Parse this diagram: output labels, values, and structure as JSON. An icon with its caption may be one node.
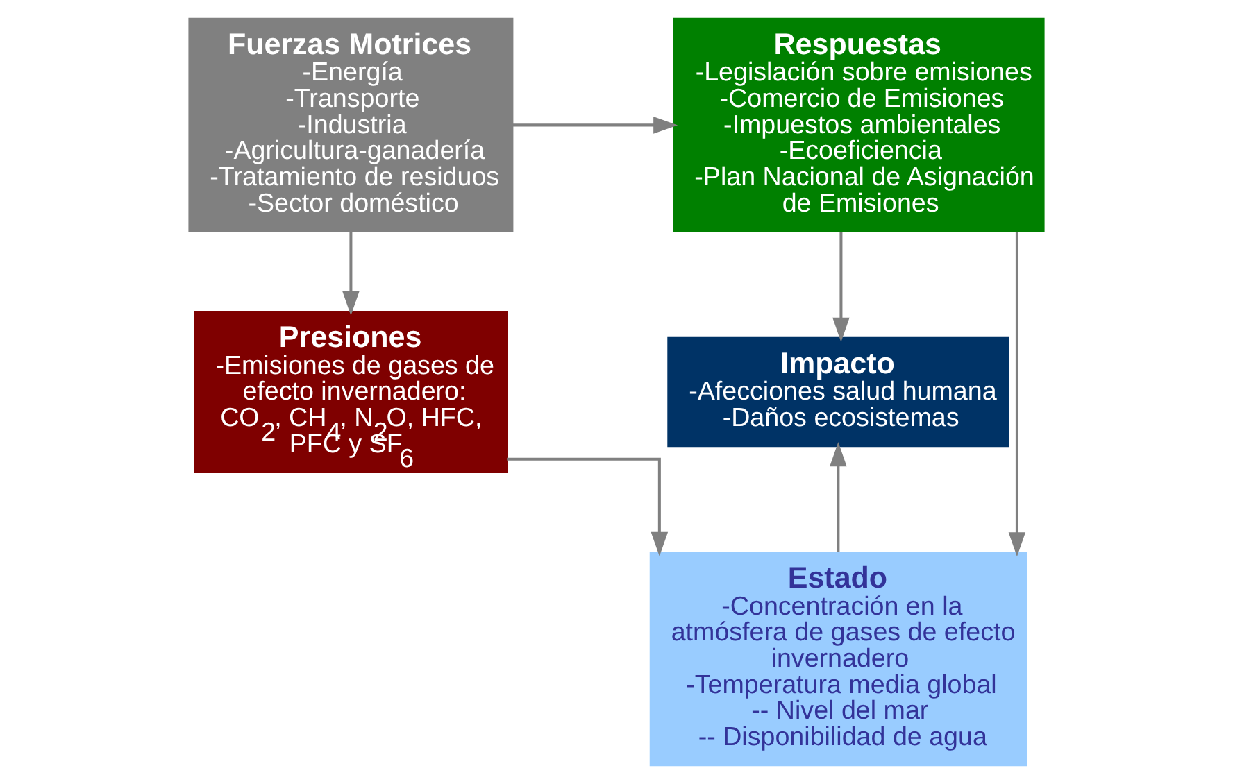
{
  "diagram": {
    "nodes": [
      {
        "text": [
          "Fuerzas Motrices",
          "-Energía",
          "-Transporte",
          "-Industria",
          "-Agricultura-ganadería",
          "-Tratamiento de residuos",
          "-Sector doméstico"
        ]
      },
      {
        "text": [
          "Respuestas",
          "-Legislación sobre emisiones",
          "-Comercio de Emisiones",
          "-Impuestos ambientales",
          "-Ecoeficiencia",
          "-Plan Nacional de Asignación de Emisiones"
        ]
      },
      {
        "text": [
          "Presiones",
          "-Emisiones de gases de efecto invernadero: CO$_{2}$, CH$_{4}$, N$_{2}$O, HFC, PFC y SF$_{6}$"
        ]
      },
      {
        "text": [
          "Impacto",
          "-Afecciones salud humana",
          "-Daños ecosistemas"
        ]
      },
      {
        "text": [
          "Estado",
          "-Concentración en la atmósfera de gases de efecto invernadero",
          "-Temperatura media global",
          "-- Nivel del mar",
          "-- Disponibilidad de agua"
        ]
      }
    ],
    "edges": [
      {
        "from": 0,
        "to": 2,
        "arrow": "to"
      },
      {
        "from": 0,
        "to": 1,
        "arrow": "to"
      },
      {
        "from": 1,
        "to": 4,
        "arrow": "to"
      },
      {
        "from": 1,
        "to": 3,
        "arrow": "to"
      },
      {
        "from": 2,
        "to": 4,
        "arrow": "to"
      },
      {
        "from": 4,
        "to": 3,
        "arrow": "to"
      }
    ]
  }
}
